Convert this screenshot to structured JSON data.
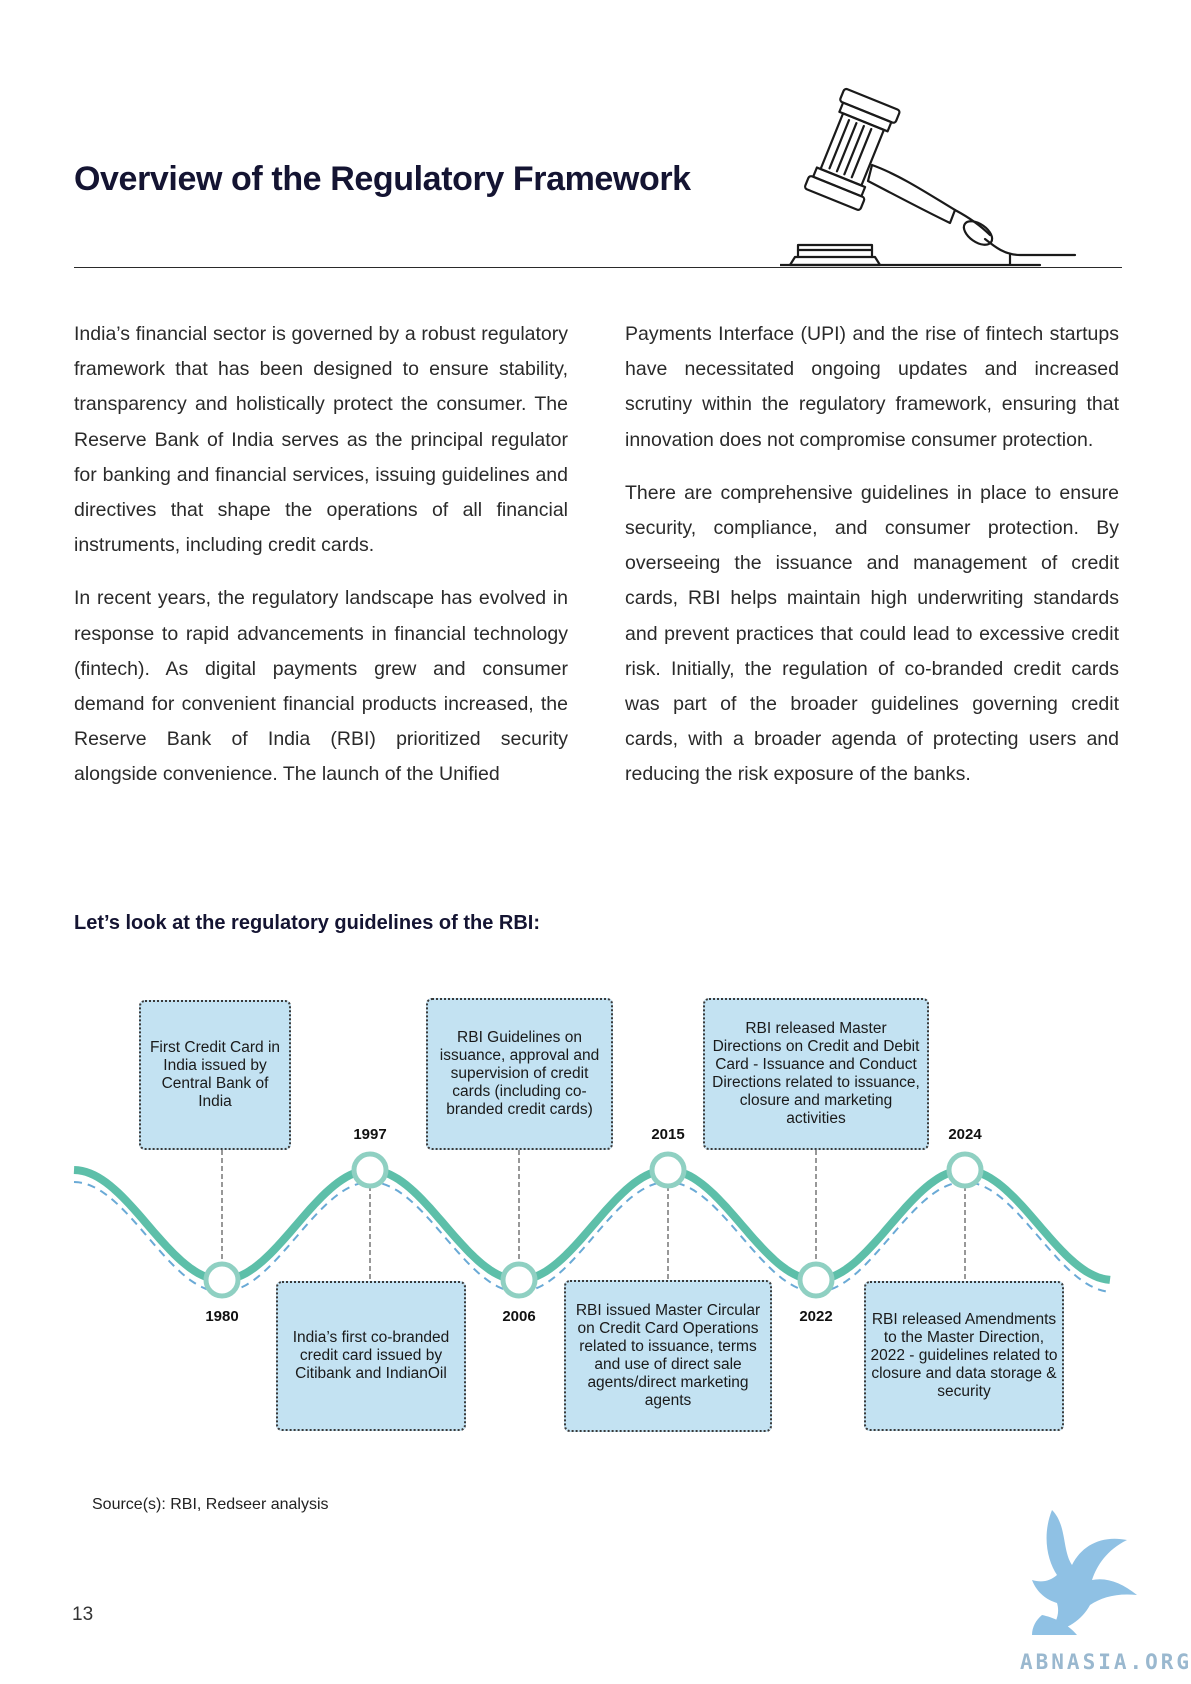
{
  "page": {
    "title": "Overview of the Regulatory Framework",
    "number": "13",
    "watermark": "ABNASIA.ORG"
  },
  "body": {
    "left_paragraphs": [
      "India’s financial sector is governed by a robust regulatory framework that has been designed to ensure stability, transparency and holistically protect the consumer. The Reserve Bank of India serves as the principal regulator for banking and financial services, issuing guidelines and directives that shape the operations of all financial instruments, including credit cards.",
      "In recent years, the regulatory landscape has evolved in response to rapid advancements in financial technology (fintech). As digital payments grew and consumer demand for convenient financial products increased, the Reserve Bank of India (RBI) prioritized security alongside convenience. The launch of the Unified"
    ],
    "right_paragraphs": [
      "Payments Interface (UPI) and the rise of fintech startups have necessitated ongoing updates and increased scrutiny within the regulatory framework, ensuring that innovation does not compromise consumer protection.",
      "There are comprehensive guidelines in place to ensure security, compliance, and consumer protection. By overseeing the issuance and management of credit cards, RBI helps maintain high underwriting standards and prevent practices that could lead to excessive credit risk. Initially, the regulation of co-branded credit cards was part of the broader guidelines governing credit cards, with a broader agenda of protecting users and reducing the risk exposure of the banks."
    ]
  },
  "timeline": {
    "heading": "Let’s look at the regulatory guidelines of the RBI:",
    "events": [
      {
        "year": "1980",
        "text": "First Credit Card in India issued by Central Bank of India"
      },
      {
        "year": "1997",
        "text": "India’s first co-branded credit card issued by Citibank and IndianOil"
      },
      {
        "year": "2006",
        "text": "RBI Guidelines on issuance, approval and supervision of credit cards (including co-branded credit cards)"
      },
      {
        "year": "2015",
        "text": "RBI issued Master Circular on Credit Card Operations related to issuance, terms and use of direct sale agents/direct marketing agents"
      },
      {
        "year": "2022",
        "text": "RBI released Master Directions on Credit and Debit Card - Issuance and Conduct Directions related to issuance, closure and marketing activities"
      },
      {
        "year": "2024",
        "text": "RBI released Amendments to the Master Direction, 2022 - guidelines related to closure and data storage & security"
      }
    ],
    "source": "Source(s): RBI, Redseer analysis"
  },
  "colors": {
    "teal": "#5dbfa9",
    "dashed_blue": "#6aaad6",
    "box_fill": "#c3e2f2",
    "title": "#141432"
  },
  "icons": {
    "header_illustration": "gavel-icon",
    "brand_mark": "griffin-logo-icon"
  }
}
